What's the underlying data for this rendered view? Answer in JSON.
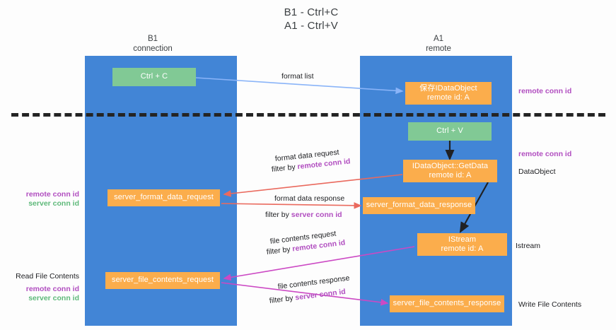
{
  "title": {
    "line1": "B1 - Ctrl+C",
    "line2": "A1 - Ctrl+V"
  },
  "columns": [
    {
      "name": "B1",
      "subtitle": "connection"
    },
    {
      "name": "A1",
      "subtitle": "remote"
    }
  ],
  "nodes": {
    "ctrl_c": {
      "line1": "Ctrl + C",
      "line2": ""
    },
    "idataobject_store": {
      "line1": "保存IDataObject",
      "line2": "remote id: A"
    },
    "ctrl_v": {
      "line1": "Ctrl + V",
      "line2": ""
    },
    "getdata": {
      "line1": "IDataObject::GetData",
      "line2": "remote id: A"
    },
    "server_format_data_request": {
      "line1": "server_format_data_request",
      "line2": ""
    },
    "server_format_data_response": {
      "line1": "server_format_data_response",
      "line2": ""
    },
    "istream": {
      "line1": "IStream",
      "line2": "remote id: A"
    },
    "server_file_contents_request": {
      "line1": "server_file_contents_request",
      "line2": ""
    },
    "server_file_contents_response": {
      "line1": "server_file_contents_response",
      "line2": ""
    }
  },
  "edge_labels": {
    "format_list": "format list",
    "format_data_request": "format data request",
    "format_data_request_filter_prefix": "filter by ",
    "format_data_request_filter_key": "remote conn id",
    "format_data_response": "format data response",
    "format_data_response_filter_prefix": "filter by ",
    "format_data_response_filter_key": "server conn id",
    "file_contents_request": "file contents request",
    "file_contents_request_filter_prefix": "filter by ",
    "file_contents_request_filter_key": "remote conn id",
    "file_contents_response": "file contents response",
    "file_contents_response_filter_prefix": "filter by ",
    "file_contents_response_filter_key": "server conn id"
  },
  "annotations": {
    "right_remote_conn_id_top": "remote conn id",
    "right_remote_conn_id_mid": "remote conn id",
    "right_dataobject": "DataObject",
    "right_istream": "Istream",
    "right_write_file_contents": "Write File Contents",
    "left_remote_conn_id_mid": "remote conn id",
    "left_server_conn_id_mid": "server conn id",
    "left_read_file_contents": "Read File Contents",
    "left_remote_conn_id_bottom": "remote conn id",
    "left_server_conn_id_bottom": "server conn id"
  },
  "colors": {
    "lane": "#4285d6",
    "node_green": "#81c995",
    "node_orange": "#fbad4c",
    "purple": "#b14ec0",
    "green": "#5eb97a",
    "arrow_blue": "#8ab4f8",
    "arrow_red": "#ea6a5e",
    "arrow_magenta": "#cc49c4",
    "arrow_black": "#202124",
    "separator": "#242424"
  }
}
